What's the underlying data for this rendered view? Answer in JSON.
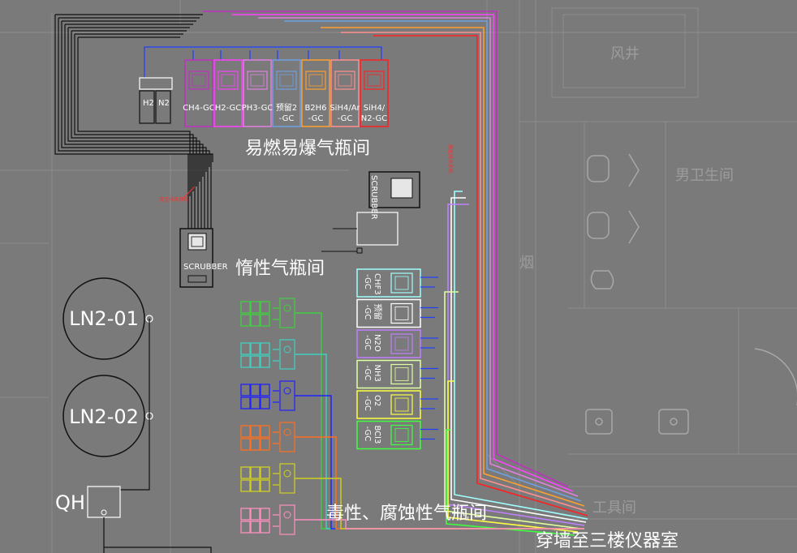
{
  "rooms": {
    "flammable": "易燃易爆气瓶间",
    "inert": "惰性气瓶间",
    "toxic": "毒性、腐蚀性气瓶间",
    "through_wall": "穿墙至三楼仪器室",
    "air_shaft": "风井",
    "mens_restroom": "男卫生间",
    "tool_room": "工具间",
    "smoke": "烟"
  },
  "equipment": {
    "scrubber": "SCRUBBER",
    "tank_1": "LN2-01",
    "tank_2": "LN2-02",
    "qh": "QH",
    "h2": "H2",
    "n2": "N2"
  },
  "top_cabinets": [
    {
      "line1": "CH4-GC",
      "line2": "",
      "color": "#c030c0"
    },
    {
      "line1": "H2-GC",
      "line2": "",
      "color": "#ff40ff"
    },
    {
      "line1": "PH3-GC",
      "line2": "",
      "color": "#e080e0"
    },
    {
      "line1": "预留2",
      "line2": "-GC",
      "color": "#70a0e0"
    },
    {
      "line1": "B2H6",
      "line2": "-GC",
      "color": "#ffa030"
    },
    {
      "line1": "SiH4/Ar",
      "line2": "-GC",
      "color": "#ff9090"
    },
    {
      "line1": "SiH4/",
      "line2": "N2-GC",
      "color": "#ff2020"
    }
  ],
  "side_cabinets": [
    {
      "label": "CHF3",
      "suffix": "-GC",
      "color": "#a0ffff"
    },
    {
      "label": "预留",
      "suffix": "-GC",
      "color": "#ffffff"
    },
    {
      "label": "N2O",
      "suffix": "-GC",
      "color": "#c080ff"
    },
    {
      "label": "NH3",
      "suffix": "-GC",
      "color": "#e0ffa0"
    },
    {
      "label": "O2",
      "suffix": "-GC",
      "color": "#ffff40"
    },
    {
      "label": "BCl3",
      "suffix": "-GC",
      "color": "#40ff40"
    }
  ],
  "cylinder_colors": [
    "#40d040",
    "#40d0c0",
    "#2020ff",
    "#ff7020",
    "#d0d020",
    "#ff90c0"
  ],
  "annotations": {
    "exhaust_left": "接至排风系统",
    "exhaust_right": "接至排风系统"
  }
}
